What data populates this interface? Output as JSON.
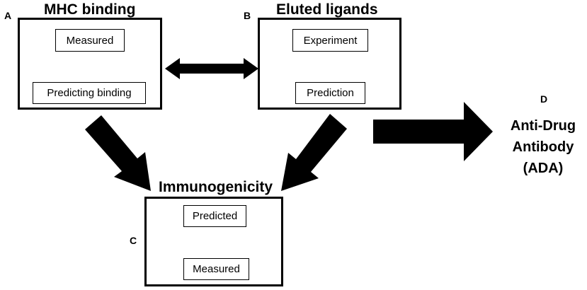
{
  "panels": {
    "a": {
      "letter": "A",
      "title": "MHC binding",
      "top_box": "Measured",
      "bottom_box": "Predicting binding"
    },
    "b": {
      "letter": "B",
      "title": "Eluted ligands",
      "top_box": "Experiment",
      "bottom_box": "Prediction"
    },
    "c": {
      "letter": "C",
      "title": "Immunogenicity",
      "top_box": "Predicted",
      "bottom_box": "Measured"
    },
    "d": {
      "letter": "D",
      "line1": "Anti-Drug",
      "line2": "Antibody",
      "line3": "(ADA)"
    }
  },
  "colors": {
    "stroke": "#000000",
    "background": "#ffffff"
  }
}
